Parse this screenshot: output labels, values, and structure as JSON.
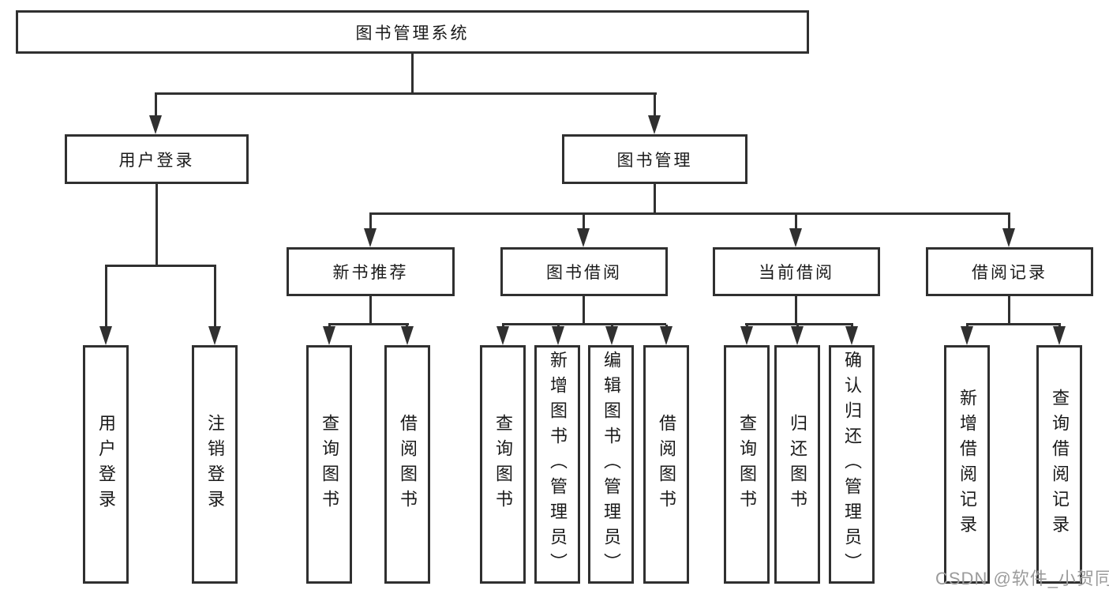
{
  "tree": {
    "root": "图书管理系统",
    "branches": [
      {
        "label": "用户登录",
        "children": [
          "用户登录",
          "注销登录"
        ]
      },
      {
        "label": "图书管理",
        "children": [
          {
            "label": "新书推荐",
            "children": [
              "查询图书",
              "借阅图书"
            ]
          },
          {
            "label": "图书借阅",
            "children": [
              "查询图书",
              "新增图书（管理员）",
              "编辑图书（管理员）",
              "借阅图书"
            ]
          },
          {
            "label": "当前借阅",
            "children": [
              "查询图书",
              "归还图书",
              "确认归还（管理员）"
            ]
          },
          {
            "label": "借阅记录",
            "children": [
              "新增借阅记录",
              "查询借阅记录"
            ]
          }
        ]
      }
    ]
  },
  "watermark": "CSDN @软件_小贺同学",
  "colors": {
    "line": "#303030",
    "text": "#1a1a1a",
    "watermark": "#9b9b9b",
    "background": "#ffffff"
  }
}
